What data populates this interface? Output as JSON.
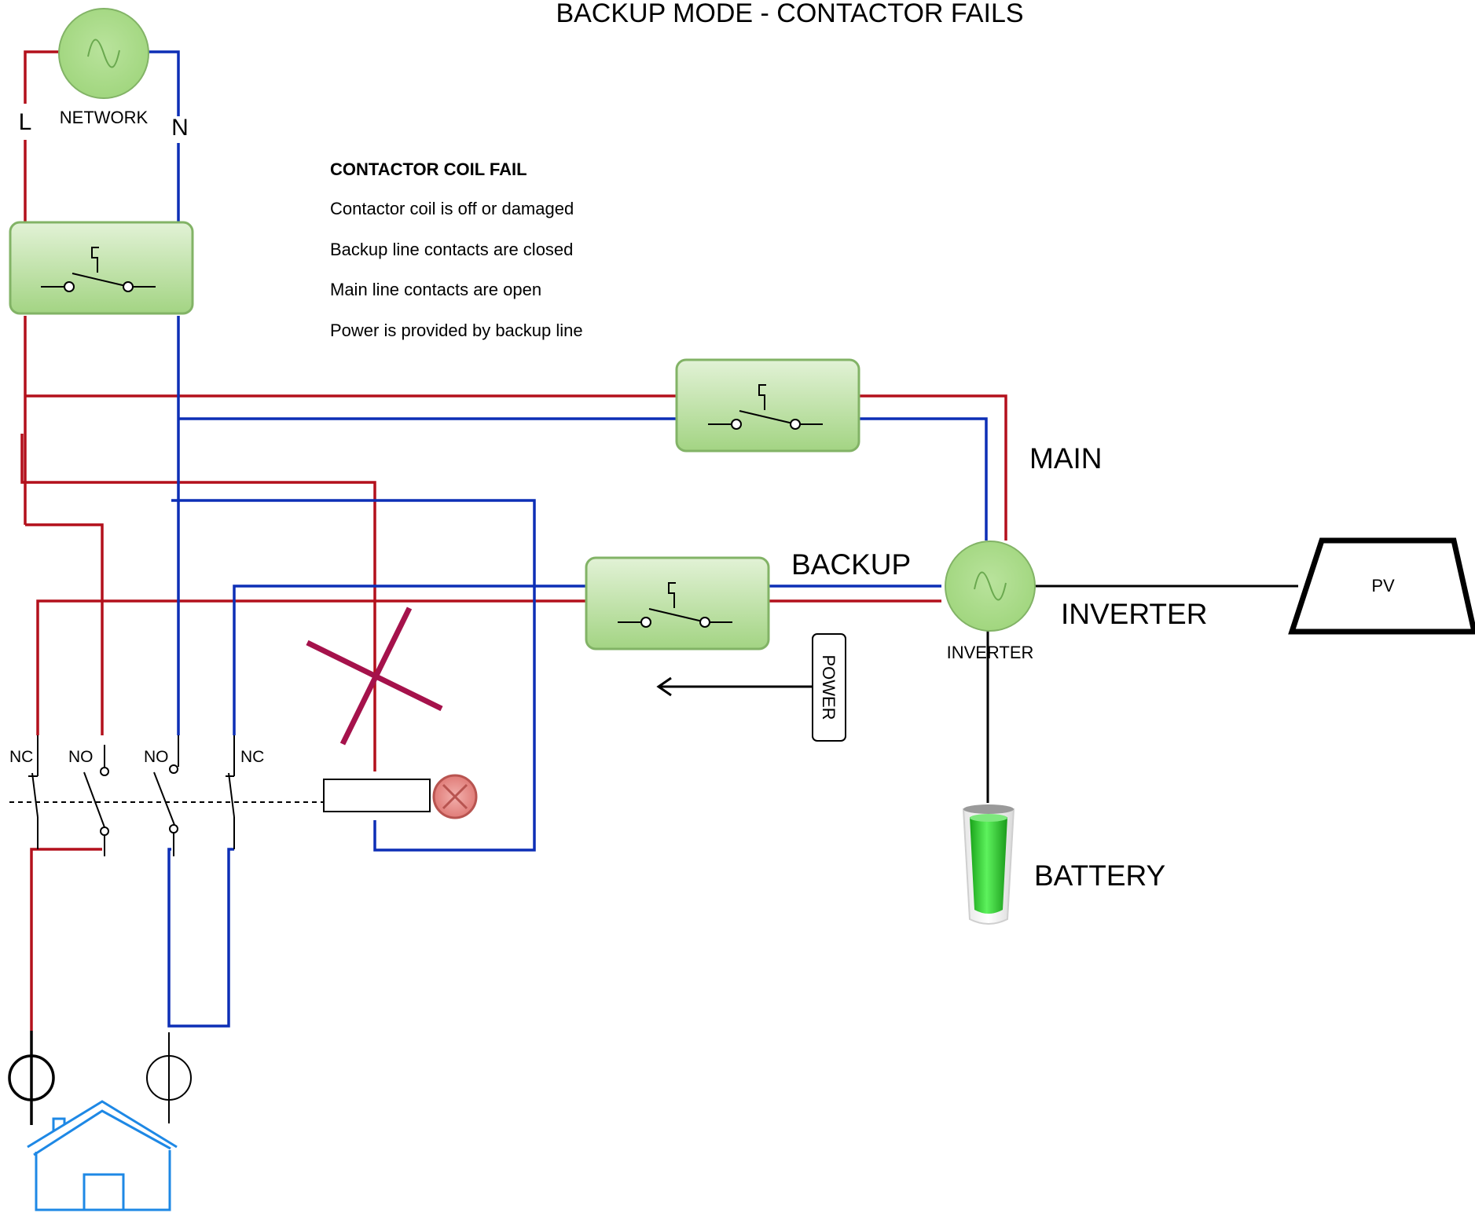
{
  "title": "BACKUP MODE - CONTACTOR FAILS",
  "labels": {
    "line": "L",
    "neutral": "N",
    "network": "NETWORK",
    "main": "MAIN",
    "backup": "BACKUP",
    "inverter_big": "INVERTER",
    "inverter_small": "INVERTER",
    "pv": "PV",
    "battery": "BATTERY",
    "power": "POWER"
  },
  "contacts": [
    "NC",
    "NO",
    "NO",
    "NC"
  ],
  "notes": {
    "heading": "CONTACTOR COIL FAIL",
    "lines": [
      "Contactor coil is off or damaged",
      "Backup line contacts are closed",
      "Main line contacts are open",
      "Power is provided by backup line"
    ]
  },
  "colors": {
    "live": "#b3101c",
    "neutral": "#0d2fb6",
    "breaker_fill": "#a9d78e",
    "breaker_stroke": "#82b366",
    "fail_cross": "#a5124b",
    "house": "#1e88e5",
    "battery": "#33cc33"
  }
}
